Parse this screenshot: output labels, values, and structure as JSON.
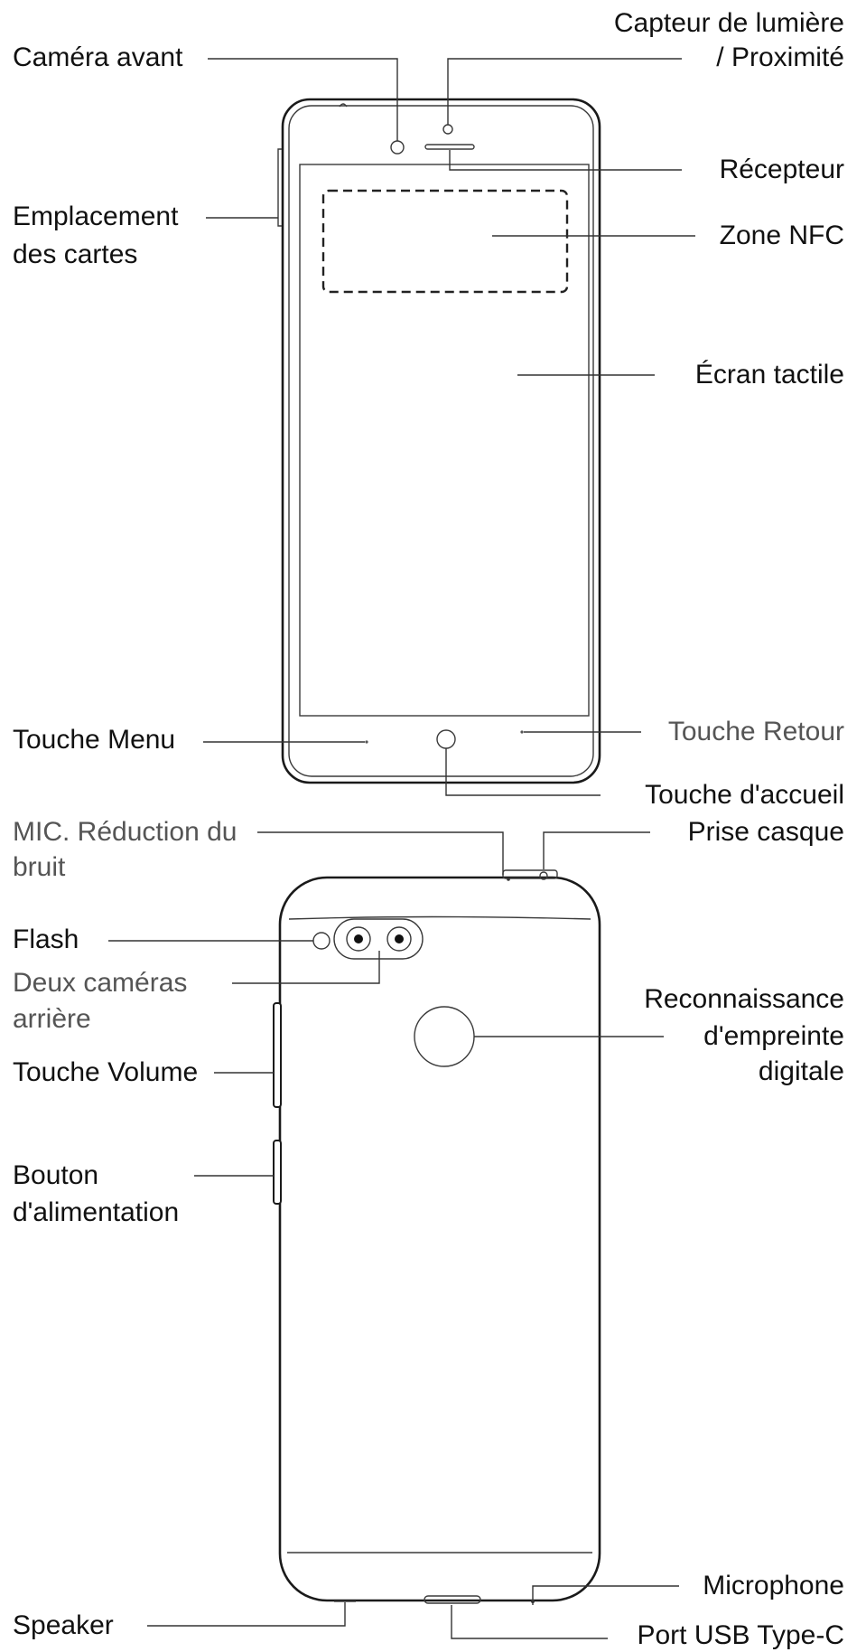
{
  "front": {
    "label_front_camera": "Caméra avant",
    "label_light_sensor_line1": "Capteur de lumière",
    "label_light_sensor_line2": "/ Proximité",
    "label_receiver": "Récepteur",
    "label_card_slot_line1": "Emplacement",
    "label_card_slot_line2": "des cartes",
    "label_nfc_zone": "Zone NFC",
    "label_touchscreen": "Écran tactile",
    "label_menu_key": "Touche Menu",
    "label_back_key": "Touche Retour",
    "label_home_key": "Touche d'accueil"
  },
  "back": {
    "label_noise_mic_line1": "MIC. Réduction du",
    "label_noise_mic_line2": "bruit",
    "label_headset_jack": "Prise casque",
    "label_flash": "Flash",
    "label_dual_cameras_line1": "Deux caméras",
    "label_dual_cameras_line2": "arrière",
    "label_fingerprint_line1": "Reconnaissance",
    "label_fingerprint_line2": "d'empreinte",
    "label_fingerprint_line3": "digitale",
    "label_volume_key": "Touche Volume",
    "label_power_button_line1": "Bouton",
    "label_power_button_line2": "d'alimentation",
    "label_speaker": "Speaker",
    "label_microphone": "Microphone",
    "label_usb_port": "Port USB Type-C"
  },
  "colors": {
    "line": "#333333",
    "outline": "#1a1a1a",
    "grey_label": "#555555"
  }
}
